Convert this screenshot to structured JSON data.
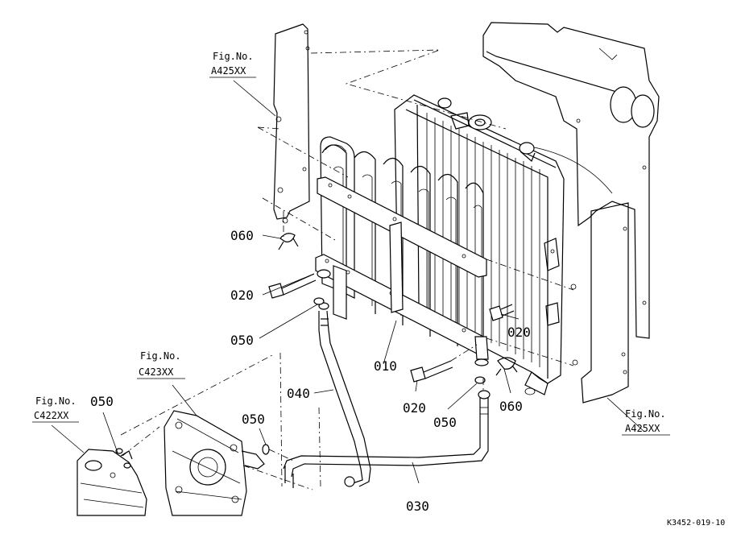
{
  "parts": {
    "p060_left": "060",
    "p020_left": "020",
    "p050_left": "050",
    "p010": "010",
    "p020_right": "020",
    "p020_bottom": "020",
    "p050_bottom": "050",
    "p060_right": "060",
    "p040": "040",
    "p030": "030",
    "p050_mid": "050",
    "p050_far": "050"
  },
  "figrefs": {
    "top_left": {
      "label": "Fig.No.",
      "code": "A425XX"
    },
    "bottom_right": {
      "label": "Fig.No.",
      "code": "A425XX"
    },
    "c423": {
      "label": "Fig.No.",
      "code": "C423XX"
    },
    "c422": {
      "label": "Fig.No.",
      "code": "C422XX"
    }
  },
  "drawing_code": "K3452-019-10"
}
